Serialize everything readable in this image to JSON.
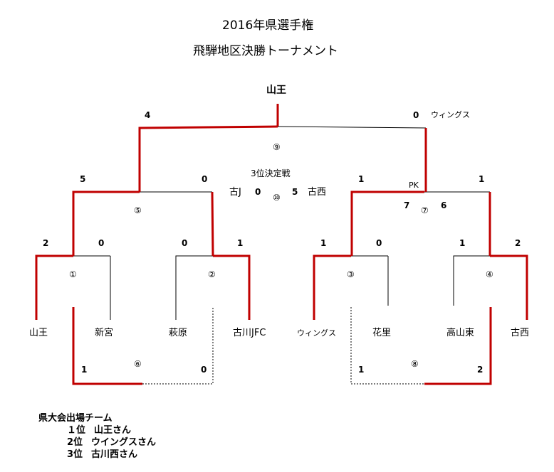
{
  "title": "2016年県選手権",
  "subtitle": "飛騨地区決勝トーナメント",
  "champion": "山王",
  "colors": {
    "winner_line": "#c00000",
    "line": "#000000"
  },
  "teams": [
    "山王",
    "新宮",
    "萩原",
    "古川JFC",
    "ウィングス",
    "花里",
    "高山東",
    "古西"
  ],
  "matches": {
    "m1": {
      "label": "①",
      "left_score": "2",
      "right_score": "0"
    },
    "m2": {
      "label": "②",
      "left_score": "0",
      "right_score": "1"
    },
    "m3": {
      "label": "③",
      "left_score": "1",
      "right_score": "0"
    },
    "m4": {
      "label": "④",
      "left_score": "1",
      "right_score": "2"
    },
    "m5": {
      "label": "⑤",
      "left_score": "5",
      "right_score": "0"
    },
    "m6": {
      "label": "⑥",
      "left_score": "1",
      "right_score": "0"
    },
    "m7": {
      "label": "⑦",
      "left_score": "1",
      "right_score": "1",
      "pk_label": "PK",
      "pk_left": "7",
      "pk_right": "6"
    },
    "m8": {
      "label": "⑧",
      "left_score": "1",
      "right_score": "2"
    },
    "m9": {
      "label": "⑨",
      "left_score": "4",
      "right_score": "0",
      "right_team": "ウィングス"
    },
    "m10": {
      "label": "⑩",
      "heading": "3位決定戦",
      "left_team": "古J",
      "left_score": "0",
      "right_score": "5",
      "right_team": "古西"
    }
  },
  "results": {
    "heading": "県大会出場チーム",
    "rows": [
      {
        "rank": "１位",
        "team": "山王さん"
      },
      {
        "rank": "2位",
        "team": "ウイングスさん"
      },
      {
        "rank": "3位",
        "team": "古川西さん"
      }
    ]
  }
}
